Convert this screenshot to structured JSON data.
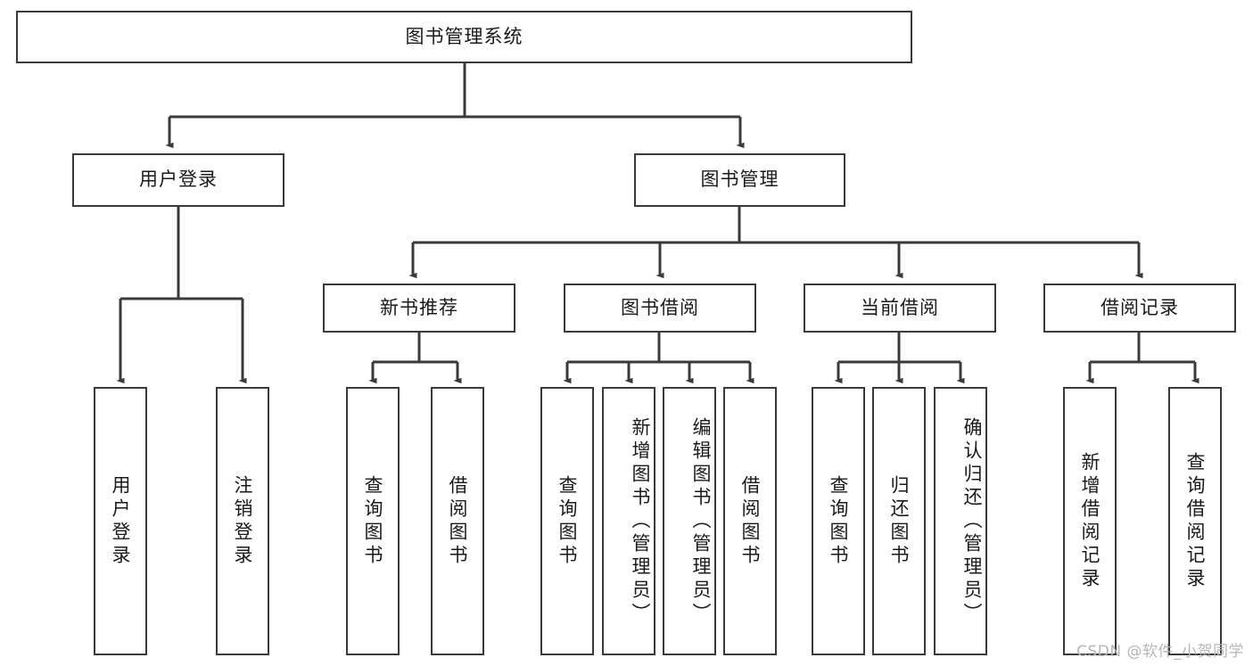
{
  "diagram": {
    "title": "图书管理系统",
    "style": {
      "border_color": "#3a3a3a",
      "box_fill": "#ffffff",
      "text_color": "#1a1a1a",
      "canvas_background": "#ffffff",
      "watermark_color": "#b6b6b6"
    },
    "nodes": {
      "root": {
        "label": "图书管理系统"
      },
      "level1": [
        {
          "label": "用户登录"
        },
        {
          "label": "图书管理"
        }
      ],
      "level2": [
        {
          "label": "新书推荐"
        },
        {
          "label": "图书借阅"
        },
        {
          "label": "当前借阅"
        },
        {
          "label": "借阅记录"
        }
      ],
      "leaves_user_login": [
        {
          "label": "用户登录"
        },
        {
          "label": "注销登录"
        }
      ],
      "leaves_new_book": [
        {
          "label": "查询图书"
        },
        {
          "label": "借阅图书"
        }
      ],
      "leaves_borrow": [
        {
          "label": "查询图书"
        },
        {
          "label": "新增图书（管理员）"
        },
        {
          "label": "编辑图书（管理员）"
        },
        {
          "label": "借阅图书"
        }
      ],
      "leaves_current": [
        {
          "label": "查询图书"
        },
        {
          "label": "归还图书"
        },
        {
          "label": "确认归还（管理员）"
        }
      ],
      "leaves_record": [
        {
          "label": "新增借阅记录"
        },
        {
          "label": "查询借阅记录"
        }
      ]
    },
    "watermark": "CSDN @软件_小贺同学"
  }
}
